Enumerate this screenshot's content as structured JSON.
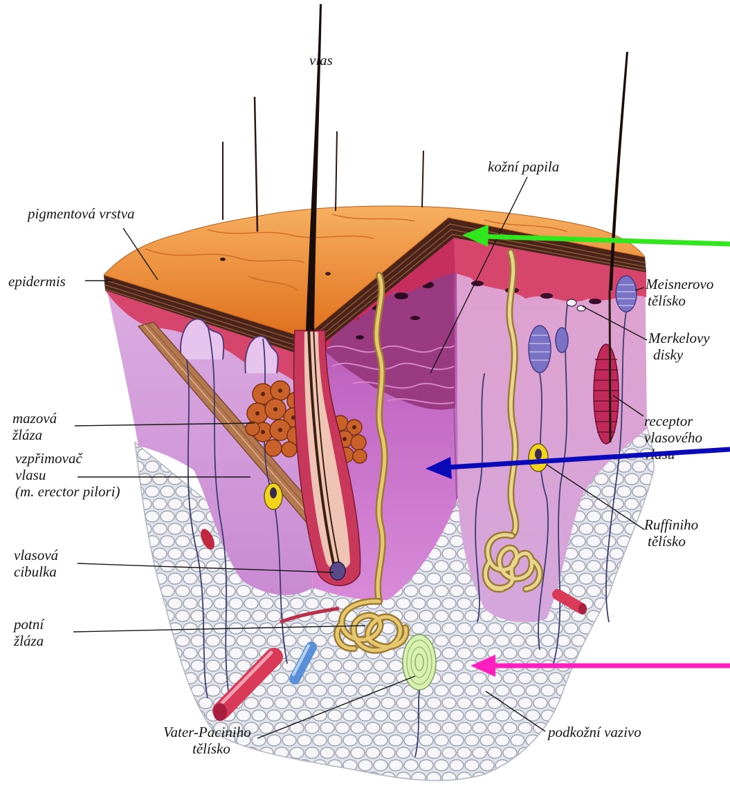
{
  "labels": {
    "hair": "vlas",
    "dermal_papilla": "kožní papila",
    "pigment_layer": "pigmentová vrstva",
    "epidermis": "epidermis",
    "meissner_corpuscle": [
      "Meisnerovo",
      "tělísko"
    ],
    "merkel_disks": [
      "Merkelovy",
      "disky"
    ],
    "sebaceous_gland": [
      "mazová",
      "žláza"
    ],
    "hair_receptor": [
      "receptor",
      "vlasového",
      "vlasu"
    ],
    "arrector_pili": [
      "vzpřimovač",
      "vlasu",
      "(m. erector pilori)"
    ],
    "ruffini_corpuscle": [
      "Ruffiniho",
      "tělísko"
    ],
    "hair_bulb": [
      "vlasová",
      "cibulka"
    ],
    "sweat_gland": [
      "potní",
      "žláza"
    ],
    "pacinian_corpuscle": [
      "Vater-Paciniho",
      "tělísko"
    ],
    "subcutaneous_tissue": "podkožní vazivo"
  },
  "colors": {
    "skin_surface": "#f0902e",
    "epidermis_band": "#4a2418",
    "papillary_layer": "#d6456c",
    "arrow_green": "#32e61e",
    "arrow_blue": "#0a0ab8",
    "arrow_magenta": "#ff1fbe"
  }
}
